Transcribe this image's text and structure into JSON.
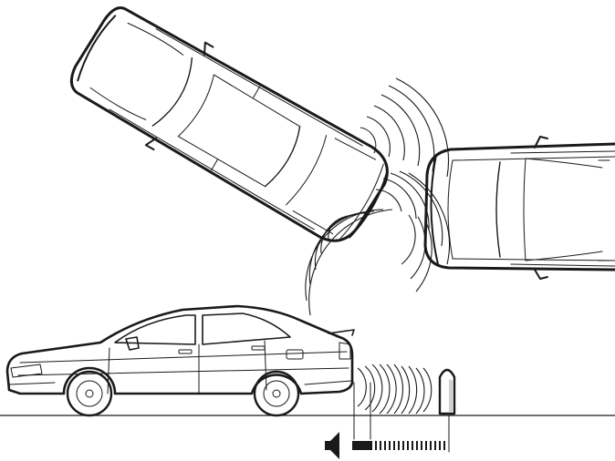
{
  "figure": {
    "subject": "parking-assistance-sensor-diagram",
    "colors": {
      "ink": "#1a1a1a",
      "background": "#ffffff",
      "car_body": "#ffffff",
      "post_shade": "#cfcfcf"
    },
    "signal_indicator": {
      "icon": "speaker-icon",
      "solid_segments": 2,
      "dashed_ticks": 16
    }
  }
}
